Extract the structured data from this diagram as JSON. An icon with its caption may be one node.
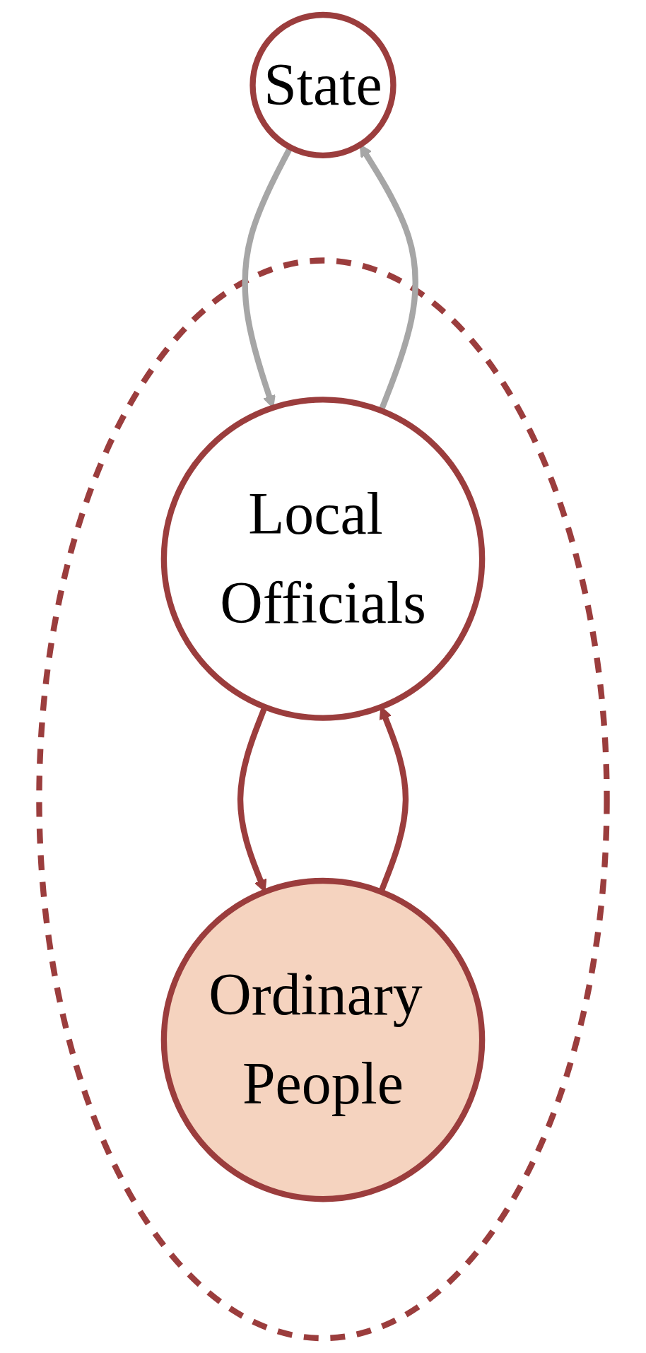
{
  "diagram": {
    "nodes": [
      {
        "text": [
          "State"
        ]
      },
      {
        "text": [],
        "shape": "circle"
      },
      {
        "text": [
          "Local Officials"
        ],
        "in": 1
      },
      {
        "text": [
          "Ordinary People"
        ],
        "in": 1
      }
    ],
    "edges": [
      {
        "from": 0,
        "to": 2,
        "arrow": "to",
        "color": "#a6a6a6"
      },
      {
        "from": 2,
        "to": 0,
        "arrow": "to",
        "color": "#a6a6a6"
      },
      {
        "from": 2,
        "to": 3,
        "arrow": "to",
        "color": "#9b3d3d"
      },
      {
        "from": 3,
        "to": 2,
        "arrow": "to",
        "color": "#9b3d3d"
      }
    ]
  }
}
